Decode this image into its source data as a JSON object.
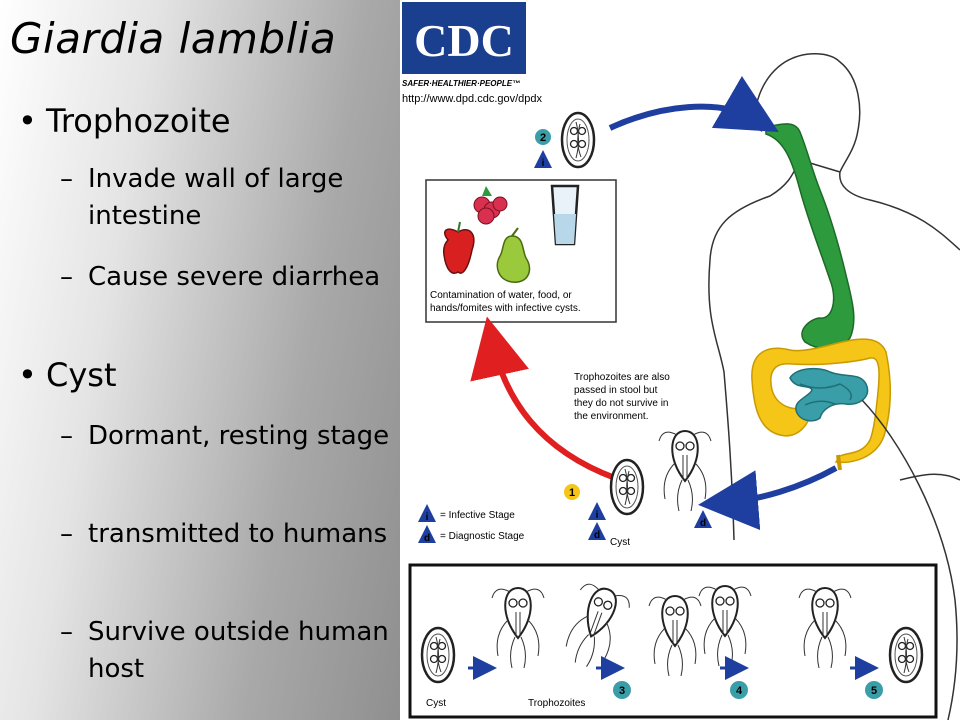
{
  "title": "Giardia lamblia",
  "bullets": [
    {
      "label": "Trophozoite",
      "subs": [
        "Invade wall of large intestine",
        "Cause severe diarrhea"
      ]
    },
    {
      "label": "Cyst",
      "subs": [
        "Dormant, resting stage",
        "transmitted to humans",
        "Survive outside human host"
      ]
    }
  ],
  "diagram": {
    "logo_text": "CDC",
    "logo_tagline": "SAFER·HEALTHIER·PEOPLE™",
    "url": "http://www.dpd.cdc.gov/dpdx",
    "contamination_caption_line1": "Contamination of water, food, or",
    "contamination_caption_line2": "hands/fomites with infective cysts.",
    "troph_note_line1": "Trophozoites are also",
    "troph_note_line2": "passed in stool but",
    "troph_note_line3": "they do not survive in",
    "troph_note_line4": "the environment.",
    "legend_infective": "= Infective Stage",
    "legend_diagnostic": "= Diagnostic Stage",
    "legend_i": "i",
    "legend_d": "d",
    "cyst_label": "Cyst",
    "strip_cyst_label": "Cyst",
    "strip_troph_label": "Trophozoites",
    "step1": "1",
    "step2": "2",
    "step3": "3",
    "step4": "4",
    "step5": "5",
    "colors": {
      "gut_green": "#2e9a3e",
      "colon_yellow": "#f5c518",
      "intestine_teal": "#3a9ea8",
      "arrow_blue": "#1f3fa0",
      "arrow_red": "#e02020",
      "step_yellow": "#f5c518",
      "step_teal": "#3a9ea8",
      "logo_blue": "#1a3f8f"
    }
  }
}
